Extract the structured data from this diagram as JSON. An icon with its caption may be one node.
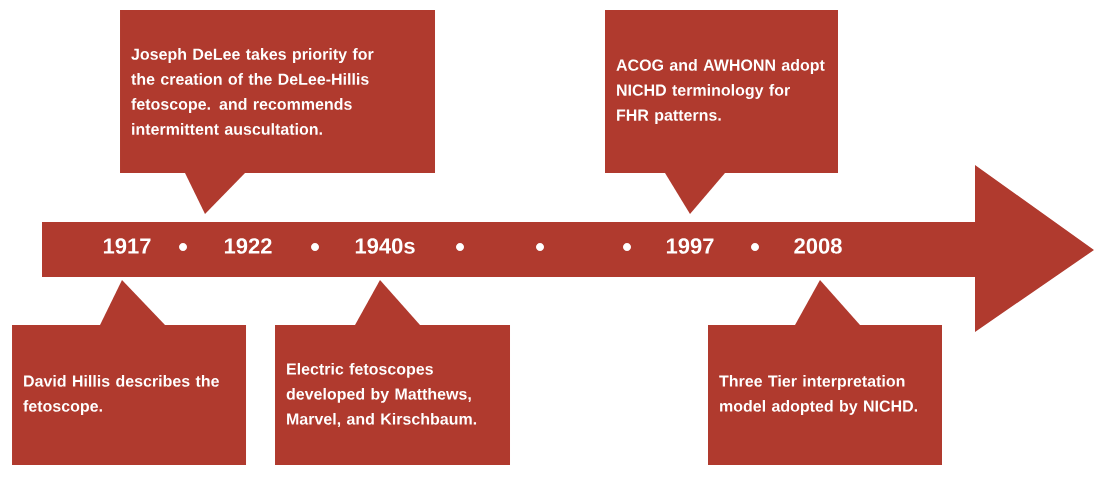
{
  "diagram": {
    "nodes": [
      {
        "text": [
          "1917",
          "1922",
          "1940s",
          "1997",
          "2008"
        ]
      },
      {
        "text": [
          "David Hillis describes the fetoscope."
        ]
      },
      {
        "text": [
          "Joseph DeLee takes priority for the creation of the DeLee-Hillis fetoscope. and recommends intermittent auscultation."
        ]
      },
      {
        "text": [
          "Electric fetoscopes developed by Matthews, Marvel, and Kirschbaum."
        ]
      },
      {
        "text": [
          "ACOG and AWHONN adopt NICHD terminology for FHR patterns."
        ]
      },
      {
        "text": [
          "Three Tier interpretation model adopted by NICHD."
        ]
      }
    ]
  }
}
